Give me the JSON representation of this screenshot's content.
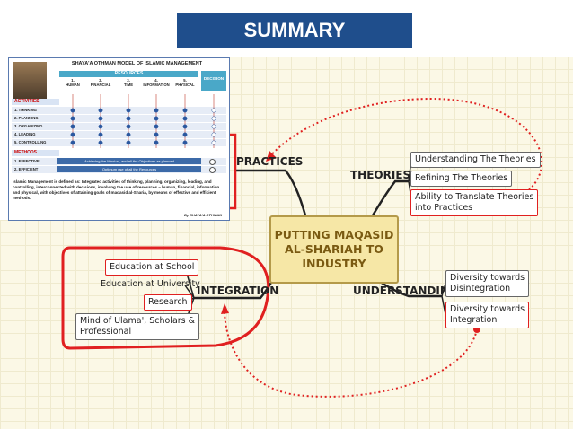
{
  "banner": {
    "title": "SUMMARY"
  },
  "mindmap": {
    "center": [
      "PUTTING MAQASID",
      "AL-SHARIAH TO",
      "INDUSTRY"
    ],
    "branches": {
      "practices": "PRACTICES",
      "theories": "THEORIES",
      "understanding": "UNDERSTANDING",
      "integration": "INTEGRATION"
    },
    "theories_items": [
      "Understanding The Theories",
      "Refining The Theories",
      "Ability to Translate Theories",
      "into Practices"
    ],
    "understanding_items": [
      "Diversity towards",
      "Disintegration",
      "Diversity towards",
      "Integration"
    ],
    "integration_items": [
      "Education at School",
      "Education at University",
      "Research",
      "Mind of Ulama', Scholars &",
      "Professional"
    ],
    "highlight_color": "#e02020"
  },
  "model": {
    "title": "SHAYA'A OTHMAN MODEL OF ISLAMIC MANAGEMENT",
    "resources_label": "RESOURCES",
    "decision_label": "DECISION",
    "resources": [
      [
        "1.",
        "HUMAN"
      ],
      [
        "2.",
        "FINANCIAL"
      ],
      [
        "3.",
        "TIME"
      ],
      [
        "4.",
        "INFORMATION"
      ],
      [
        "5.",
        "PHYSICAL"
      ]
    ],
    "activities_label": "ACTIVITIES",
    "activities": [
      "1. THINKING",
      "2. PLANNING",
      "3. ORGANIZING",
      "4. LEADING",
      "5. CONTROLLING"
    ],
    "methods_label": "METHODS",
    "methods": [
      {
        "name": "1. EFFECTIVE",
        "text": "Achieving the Mission, and all the Objectives as planned"
      },
      {
        "name": "2. EFFICIENT",
        "text": "Optimum use of all the Resources"
      }
    ],
    "definition": "Islamic Management is defined as: Integrated activities of thinking, planning, organizing, leading, and controlling, interconnected with decisions, involving the use of resources – human, financial, information and physical, with objectives of attaining goals of maqasid al-Sharia, by means of effective and efficient methods.",
    "author": "By SHAYA'A OTHMAN"
  }
}
